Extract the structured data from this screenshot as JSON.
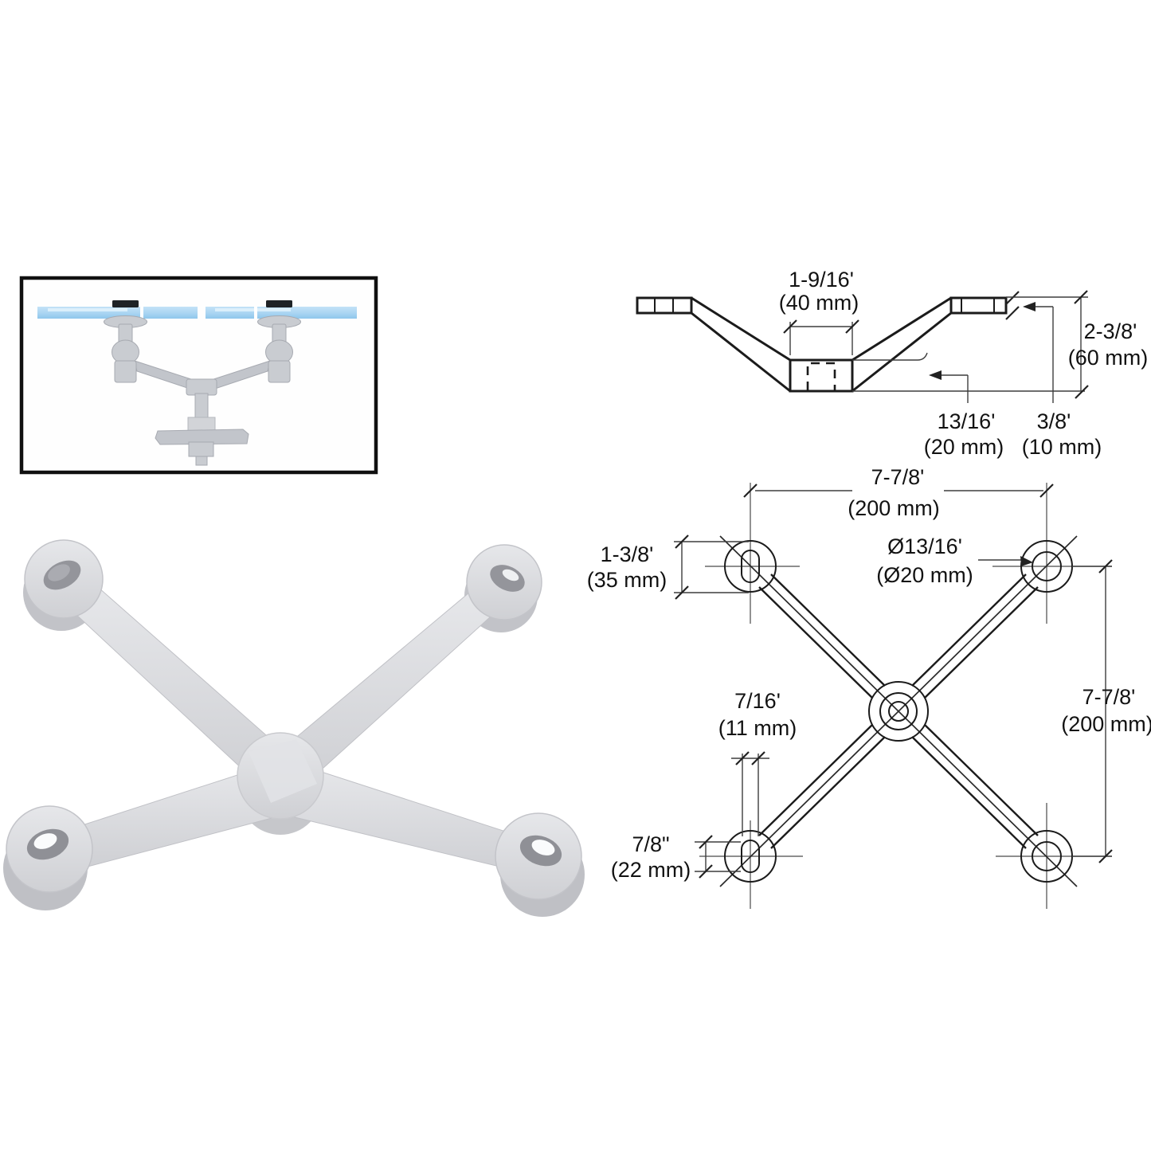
{
  "page": {
    "background": "#ffffff"
  },
  "colors": {
    "drawing_line": "#1b1b1b",
    "dimension_line": "#3d3d3d",
    "glass_blue": "#a9d5f2",
    "glass_highlight": "#e2f2fc",
    "clamp_pad_black": "#1f2326",
    "fitting_metal_gray": "#c9ccd1",
    "render_metal_light": "#e4e5e8",
    "render_metal_dark": "#c4c5ca",
    "render_hole_gray": "#94959b"
  },
  "side_view": {
    "dims": {
      "center_width": {
        "imperial": "1-9/16'",
        "metric": "(40 mm)"
      },
      "overall_height": {
        "imperial": "2-3/8'",
        "metric": "(60 mm)"
      },
      "hub_height": {
        "imperial": "13/16'",
        "metric": "(20 mm)"
      },
      "arm_thickness": {
        "imperial": "3/8'",
        "metric": "(10 mm)"
      }
    }
  },
  "front_view": {
    "dims": {
      "horizontal_span": {
        "imperial": "7-7/8'",
        "metric": "(200 mm)"
      },
      "vertical_span": {
        "imperial": "7-7/8'",
        "metric": "(200 mm)"
      },
      "arm_end_width": {
        "imperial": "1-3/8'",
        "metric": "(35 mm)"
      },
      "hole_diameter": {
        "imperial": "Ø13/16'",
        "metric": "(Ø20 mm)"
      },
      "slot_width": {
        "imperial": "7/16'",
        "metric": "(11 mm)"
      },
      "slot_height": {
        "imperial": "7/8\"",
        "metric": "(22 mm)"
      }
    }
  }
}
